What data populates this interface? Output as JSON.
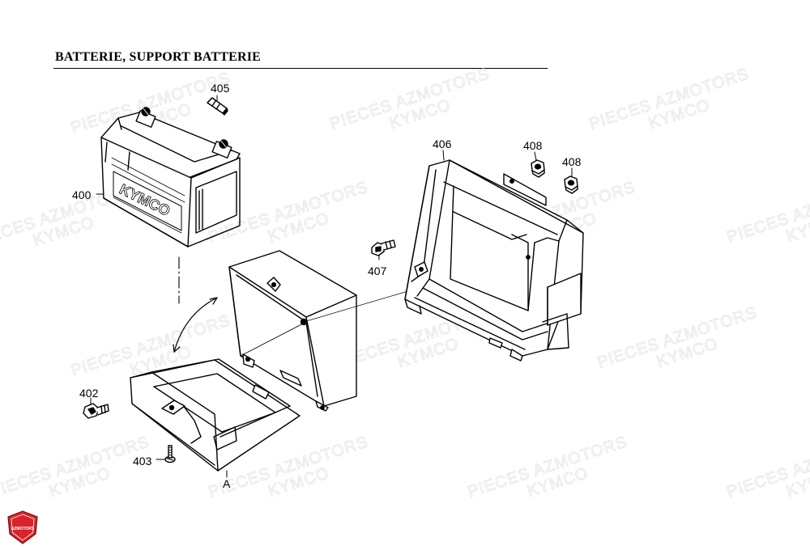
{
  "title": "BATTERIE, SUPPORT BATTERIE",
  "watermark": {
    "line1": "PIECES AZMOTORS",
    "line2": "KYMCO"
  },
  "battery_label": {
    "brand": "KYMCO"
  },
  "brand_logo": {
    "text": "AZMOTORS",
    "color": "#d9232a"
  },
  "callouts": {
    "c400": "400",
    "c402": "402",
    "c403": "403",
    "c405": "405",
    "c406": "406",
    "c407": "407",
    "c408a": "408",
    "c408b": "408",
    "cA": "A"
  }
}
